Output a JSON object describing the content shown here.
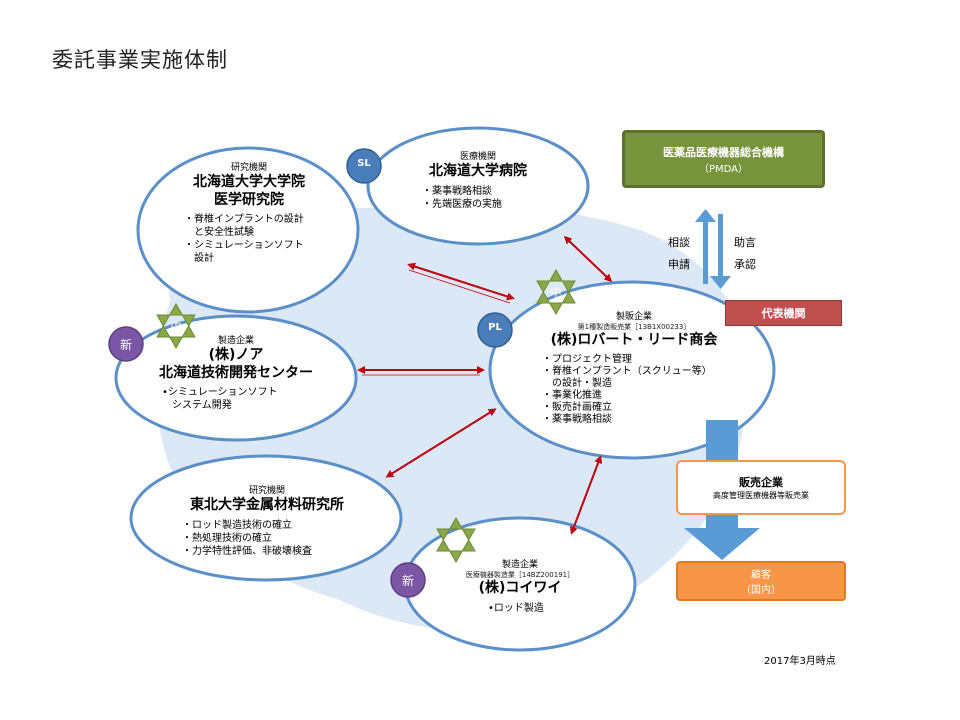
{
  "title": "委託事業実施体制",
  "date_note": "2017年3月時点",
  "badges": {
    "sl": "SL",
    "pl": "PL",
    "chu": "中",
    "shin": "新"
  },
  "nodes": {
    "hokudai_med": {
      "category": "研究機関",
      "name_line1": "北海道大学大学院",
      "name_line2": "医学研究院",
      "bullets": [
        "・脊椎インプラントの設計",
        "　と安全性試験",
        "・シミュレーションソフト",
        "　設計"
      ]
    },
    "hokudai_hosp": {
      "category": "医療機関",
      "name": "北海道大学病院",
      "bullets": [
        "・薬事戦略相談",
        "・先端医療の実施"
      ]
    },
    "noa": {
      "category": "製造企業",
      "name_line1": "(株)ノア",
      "name_line2": "北海道技術開発センター",
      "bullets": [
        "•シミュレーションソフト",
        "　システム開発"
      ]
    },
    "robert_reed": {
      "category": "製販企業",
      "license": "第1種製造販売業［13B1X00233］",
      "name": "(株)ロバート・リード商会",
      "bullets": [
        "・プロジェクト管理",
        "・脊椎インプラント（スクリュー等）",
        "　の設計・製造",
        "・事業化推進",
        "・販売計画確立",
        "・薬事戦略相談"
      ]
    },
    "tohoku": {
      "category": "研究機関",
      "name": "東北大学金属材料研究所",
      "bullets": [
        "・ロッド製造技術の確立",
        "・熱処理技術の確立",
        "・力学特性評価、非破壊検査"
      ]
    },
    "koiwai": {
      "category": "製造企業",
      "license": "医療機器製造業［14BZ200191］",
      "name": "(株)コイワイ",
      "bullets": [
        "•ロッド製造"
      ]
    }
  },
  "pmda": {
    "line1": "医薬品医療機器総合機構",
    "line2": "（PMDA）"
  },
  "relations": {
    "left1": "相談",
    "left2": "申請",
    "right1": "助言",
    "right2": "承認"
  },
  "daihyo": "代表機関",
  "hanbai": {
    "title": "販売企業",
    "sub": "高度管理医療機器等販売業"
  },
  "customer": {
    "line1": "顧客",
    "line2": "（国内）"
  },
  "colors": {
    "ellipse_stroke": "#5b8fc8",
    "cloud": "#dde8f6",
    "arrow": "#c0000c",
    "pmda_fill": "#77933c",
    "daihyo_fill": "#c0504d",
    "orange": "#f79646",
    "blue_arrow": "#5b9bd5",
    "shin_fill": "#7b56a5",
    "chu_fill": "#8aa84a",
    "badge_blue": "#4a7ebb"
  }
}
